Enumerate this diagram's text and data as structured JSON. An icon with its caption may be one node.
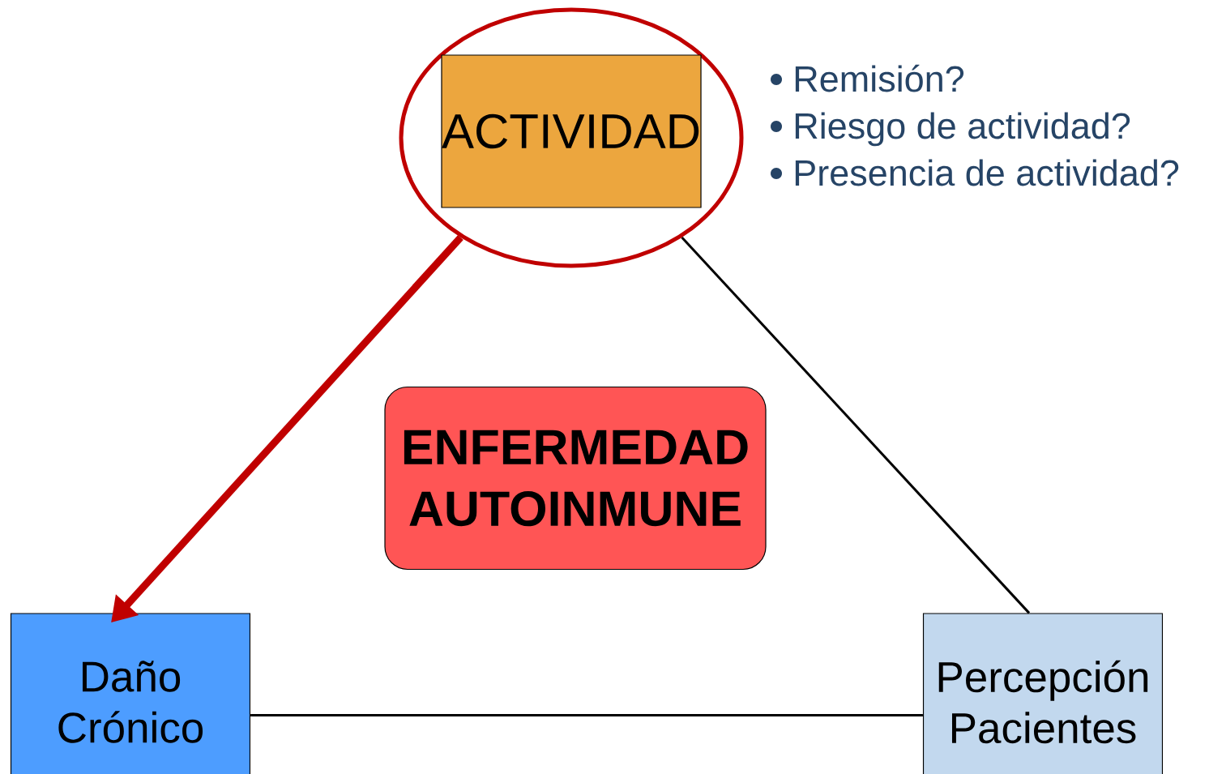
{
  "diagram": {
    "nodes": [
      {
        "text": [],
        "shape": "circle"
      },
      {
        "text": [
          "ACTIVIDAD"
        ],
        "in": 0
      },
      {
        "text": [
          "ENFERMEDAD AUTOINMUNE"
        ]
      },
      {
        "text": [
          "Daño Crónico"
        ]
      },
      {
        "text": [
          "Percepción Pacientes"
        ]
      }
    ],
    "edges": [
      {
        "from": 0,
        "to": 3,
        "arrow": "to",
        "style": "thick",
        "color": "#c00000"
      },
      {
        "from": 0,
        "to": 4,
        "arrow": "none"
      },
      {
        "from": 3,
        "to": 4,
        "arrow": "none"
      }
    ],
    "labels": [
      "Remisión?",
      "Riesgo de actividad?",
      "Presencia de actividad?"
    ]
  }
}
